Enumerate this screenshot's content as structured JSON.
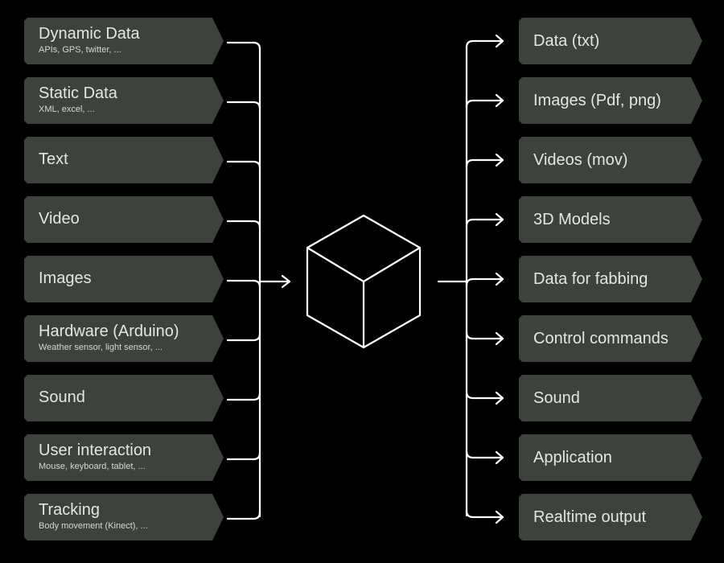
{
  "colors": {
    "background": "#000000",
    "box": "#3d423d",
    "text": "#e4e6e2",
    "line": "#ffffff"
  },
  "inputs": [
    {
      "title": "Dynamic Data",
      "subtitle": "APIs, GPS, twitter, ..."
    },
    {
      "title": "Static Data",
      "subtitle": "XML, excel, ..."
    },
    {
      "title": "Text",
      "subtitle": ""
    },
    {
      "title": "Video",
      "subtitle": ""
    },
    {
      "title": "Images",
      "subtitle": ""
    },
    {
      "title": "Hardware (Arduino)",
      "subtitle": "Weather sensor, light sensor, ..."
    },
    {
      "title": "Sound",
      "subtitle": ""
    },
    {
      "title": "User interaction",
      "subtitle": "Mouse, keyboard, tablet, ..."
    },
    {
      "title": "Tracking",
      "subtitle": "Body movement (Kinect), ..."
    }
  ],
  "center": {
    "icon": "cube-icon"
  },
  "outputs": [
    {
      "title": "Data (txt)"
    },
    {
      "title": "Images (Pdf, png)"
    },
    {
      "title": "Videos (mov)"
    },
    {
      "title": "3D Models"
    },
    {
      "title": "Data for fabbing"
    },
    {
      "title": "Control commands"
    },
    {
      "title": "Sound"
    },
    {
      "title": "Application"
    },
    {
      "title": "Realtime output"
    }
  ]
}
